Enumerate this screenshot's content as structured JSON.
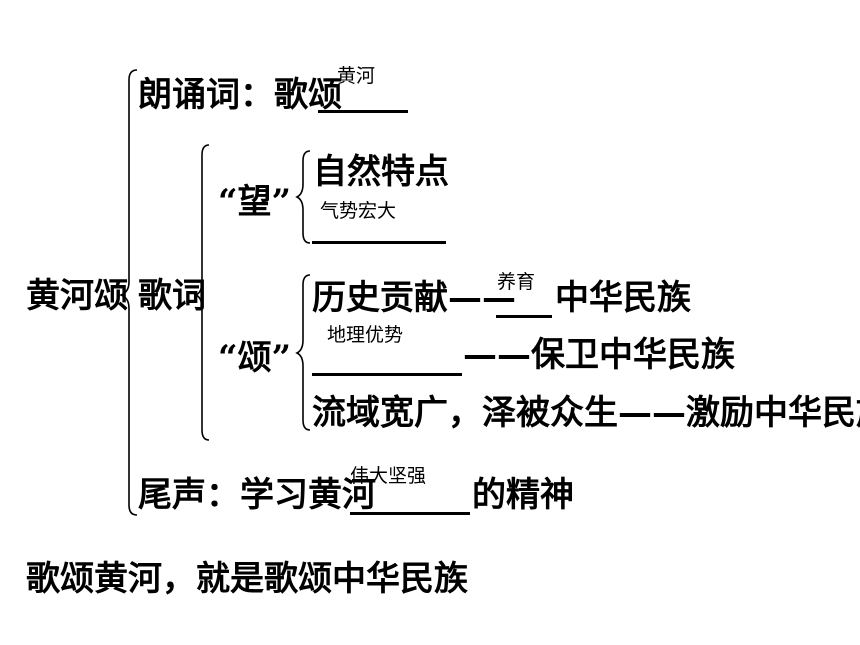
{
  "root": "黄河颂",
  "recitation": {
    "label": "朗诵词：歌颂",
    "answer": "黄河"
  },
  "lyrics": {
    "label": "歌词",
    "wang": {
      "label": "“望”",
      "line1": "自然特点",
      "answer": "气势宏大"
    },
    "song": {
      "label": "“颂”",
      "line1": {
        "text": "历史贡献——",
        "answer": "养育",
        "suffix": "中华民族"
      },
      "line2": {
        "answer": "地理优势",
        "suffix": "——保卫中华民族"
      },
      "line3": "流域宽广，泽被众生——激励中华民族"
    }
  },
  "epilogue": {
    "label": "尾声：学习黄河",
    "answer": "伟大坚强",
    "suffix": "的精神"
  },
  "conclusion": "歌颂黄河，就是歌颂中华民族"
}
